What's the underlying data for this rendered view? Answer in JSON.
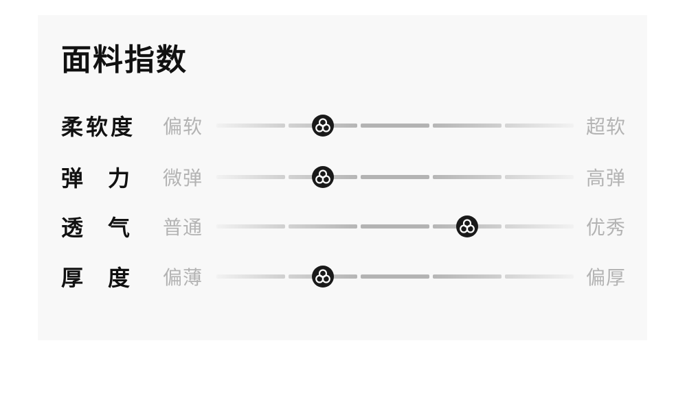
{
  "title": "面料指数",
  "rows": [
    {
      "label_chars": [
        "柔",
        "软",
        "度"
      ],
      "left": "偏软",
      "right": "超软",
      "value_level": 2,
      "levels": 5
    },
    {
      "label_chars": [
        "弹",
        "力"
      ],
      "left": "微弹",
      "right": "高弹",
      "value_level": 2,
      "levels": 5
    },
    {
      "label_chars": [
        "透",
        "气"
      ],
      "left": "普通",
      "right": "优秀",
      "value_level": 4,
      "levels": 5
    },
    {
      "label_chars": [
        "厚",
        "度"
      ],
      "left": "偏薄",
      "right": "偏厚",
      "value_level": 2,
      "levels": 5
    }
  ],
  "colors": {
    "card_bg": "#f8f8f8",
    "knob": "#1a1a1a",
    "muted_text": "#b3b3b3",
    "label_text": "#111111"
  },
  "icons": {
    "knob": "trefoil-knob-icon"
  }
}
